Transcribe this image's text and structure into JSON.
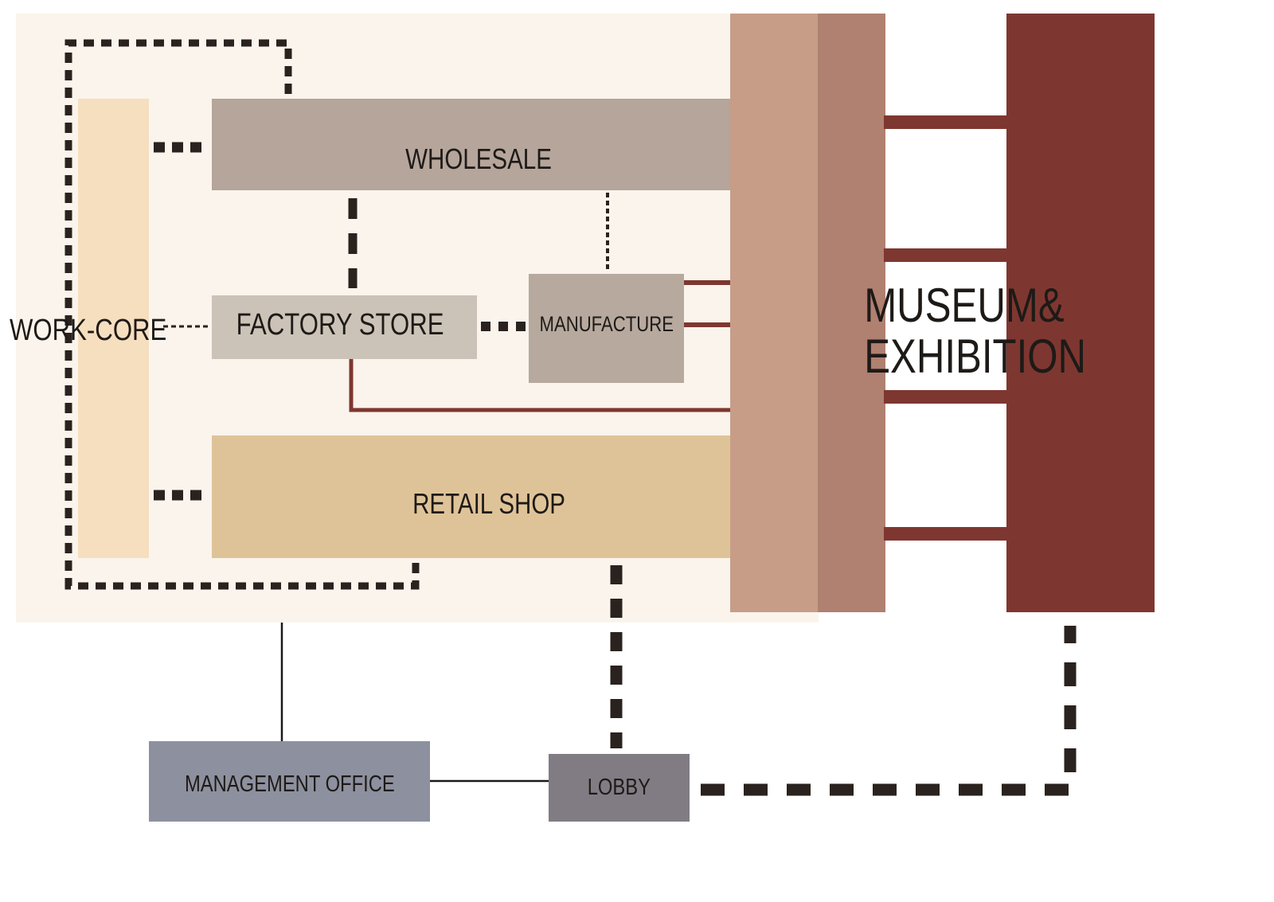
{
  "diagram": {
    "type": "functional-relationship-diagram",
    "nodes": {
      "work_core": {
        "label": "WORK-CORE",
        "color": "#f5dfbf"
      },
      "wholesale": {
        "label": "WHOLESALE",
        "color": "#b5a59b"
      },
      "factory_store": {
        "label": "FACTORY STORE",
        "color": "#ccc3b8"
      },
      "manufacture": {
        "label": "MANUFACTURE",
        "color": "#b7a99e"
      },
      "retail_shop": {
        "label": "RETAIL SHOP",
        "color": "#dfc398"
      },
      "museum_exhibition": {
        "label_line1": "MUSEUM&",
        "label_line2": "EXHIBITION",
        "colors": [
          "#c79d88",
          "#b08070",
          "#7e3730"
        ]
      },
      "management_office": {
        "label": "MANAGEMENT OFFICE",
        "color": "#8d909e"
      },
      "lobby": {
        "label": "LOBBY",
        "color": "#817c84"
      }
    },
    "zone_background": "#fbf4ec",
    "link_colors": {
      "dashed": "#2a221e",
      "solid_red": "#7e3730",
      "solid_black": "#1a1a1a"
    },
    "connections": [
      {
        "from": "work_core",
        "to": "wholesale",
        "style": "dashed-heavy"
      },
      {
        "from": "work_core",
        "to": "factory_store",
        "style": "dashed-light"
      },
      {
        "from": "work_core",
        "to": "retail_shop",
        "style": "dashed-heavy"
      },
      {
        "from": "wholesale",
        "to": "factory_store",
        "style": "dashed-heavy"
      },
      {
        "from": "wholesale",
        "to": "manufacture",
        "style": "dotted"
      },
      {
        "from": "factory_store",
        "to": "manufacture",
        "style": "dashed-heavy"
      },
      {
        "from": "manufacture",
        "to": "museum_exhibition",
        "style": "solid-red"
      },
      {
        "from": "factory_store",
        "to": "museum_exhibition",
        "style": "solid-red"
      },
      {
        "from": "wholesale",
        "to": "retail_shop",
        "style": "dashed-loop"
      },
      {
        "from": "retail_shop",
        "to": "lobby",
        "style": "dashed-heavy"
      },
      {
        "from": "work_zone",
        "to": "management_office",
        "style": "solid-black"
      },
      {
        "from": "management_office",
        "to": "lobby",
        "style": "solid-black"
      },
      {
        "from": "lobby",
        "to": "museum_exhibition",
        "style": "dashed-heavy"
      }
    ]
  }
}
